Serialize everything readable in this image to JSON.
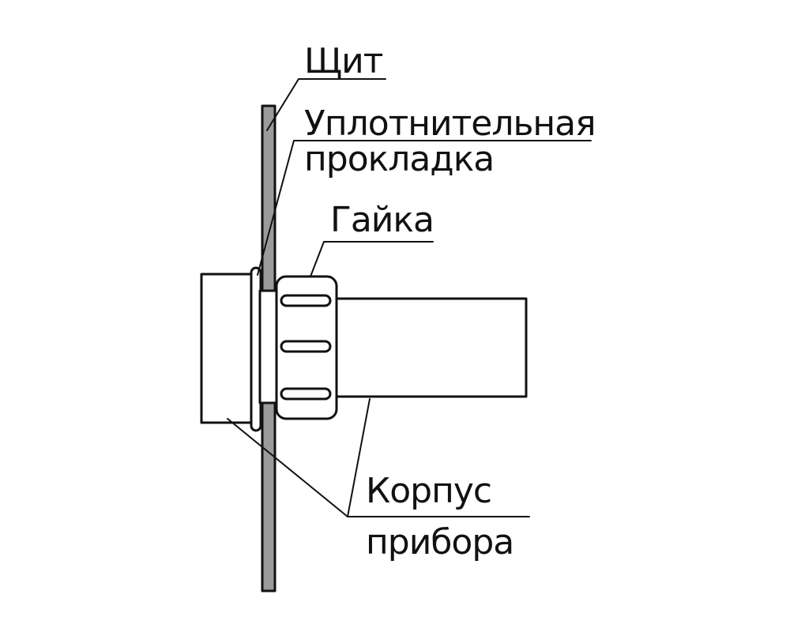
{
  "labels": {
    "panel": "Щит",
    "gasket_line1": "Уплотнительная",
    "gasket_line2": "прокладка",
    "nut": "Гайка",
    "body_line1": "Корпус",
    "body_line2": "прибора"
  },
  "colors": {
    "stroke": "#111111",
    "panel_fill": "#9b9b9b",
    "background": "#ffffff"
  }
}
